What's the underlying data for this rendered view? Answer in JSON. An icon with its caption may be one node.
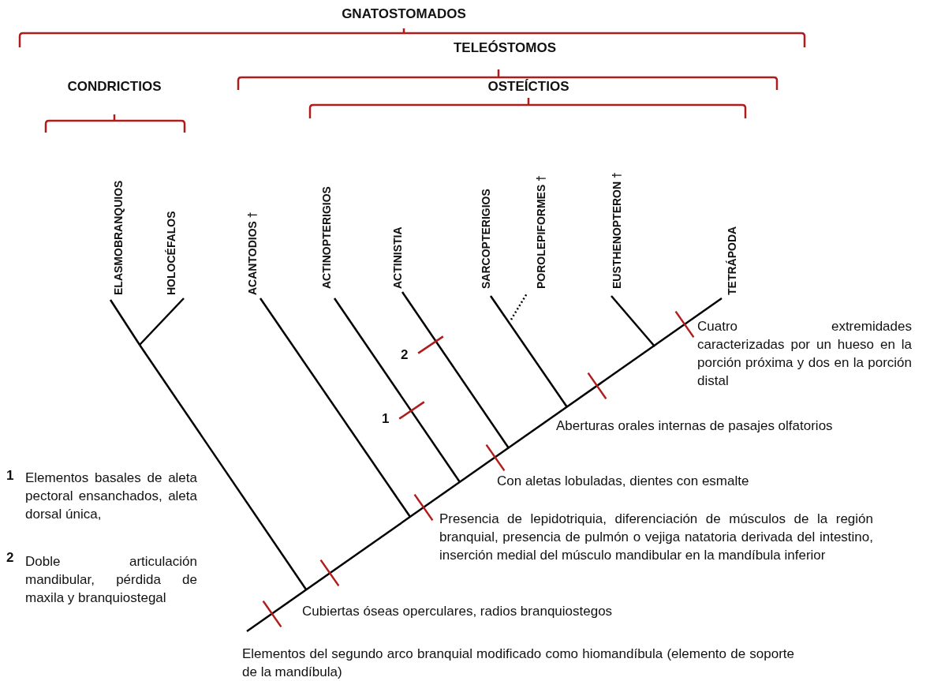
{
  "diagram": {
    "labels": [
      "GNATOSTOMADOS",
      "TELEÓSTOMOS",
      "CONDRICTIOS",
      "OSTEÍCTIOS",
      "ELASMOBRANQUIOS",
      "HOLOCÉFALOS",
      "ACANTODIOS †",
      "ACTINOPTERIGIOS",
      "ACTINISTIA",
      "SARCOPTERIGIOS",
      "POROLEPIFORMES †",
      "EUSTHENOPTERON †",
      "TETRÁPODA",
      "Cuatro extremidades caracterizadas por un hueso en la porción próxima y dos en la porción distal",
      "2",
      "1",
      "Aberturas orales internas de pasajes olfatorios",
      "1",
      "Elementos basales de aleta pectoral ensanchados, aleta dorsal única,",
      "Con aletas lobuladas, dientes con esmalte",
      "Presencia de lepidotriquia, diferenciación de músculos de la región branquial, presencia de pulmón o vejiga natatoria derivada del intestino, inserción medial del músculo mandibular en la mandíbula inferior",
      "2",
      "Doble articulación mandibular, pérdida de maxila y branquiostegal",
      "Cubiertas óseas operculares, radios branquiostegos",
      "Elementos del segundo arco branquial modificado como hiomandíbula (elemento de soporte de la mandíbula)"
    ]
  }
}
